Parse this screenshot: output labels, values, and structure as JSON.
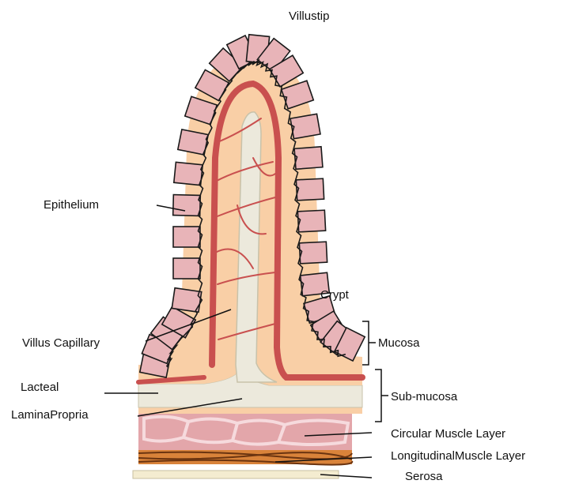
{
  "labels": {
    "villus_tip": "Villustip",
    "epithelium": "Epithelium",
    "crypt": "Crypt",
    "villus_capillary": "Villus Capillary",
    "mucosa": "Mucosa",
    "lacteal": "Lacteal",
    "sub_mucosa": "Sub-mucosa",
    "lamina_propria": "LaminaPropria",
    "circular_muscle": "Circular Muscle Layer",
    "longitudinal_muscle": "LongitudinalMuscle Layer",
    "serosa": "Serosa"
  },
  "colors": {
    "epithelium_cell": "#e8b4b8",
    "lamina_propria": "#f9cfa6",
    "capillary": "#c9504f",
    "lacteal": "#ece9dc",
    "submucosa_band": "#f0e4c8",
    "circular_muscle": "#e3a6aa",
    "longitudinal_muscle": "#8b4a14",
    "serosa": "#f4ecd0",
    "outline": "#1a1a1a"
  }
}
